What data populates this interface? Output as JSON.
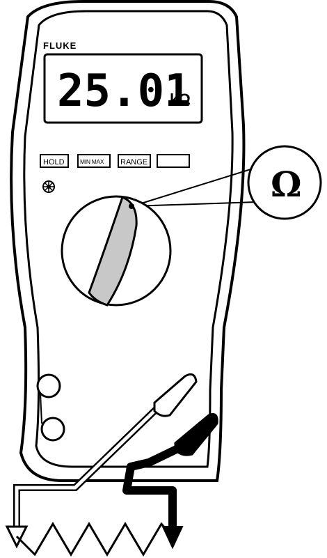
{
  "brand": "FLUKE",
  "display": {
    "reading": "25.01",
    "unit": "kΩ"
  },
  "buttons": {
    "hold": "HOLD",
    "minmax": "MIN MAX",
    "range": "RANGE",
    "blank": ""
  },
  "callout": {
    "symbol": "Ω"
  },
  "colors": {
    "outline": "#000000",
    "dial_pointer": "#c8c8c8",
    "probe_black": "#000000",
    "background": "#ffffff"
  }
}
